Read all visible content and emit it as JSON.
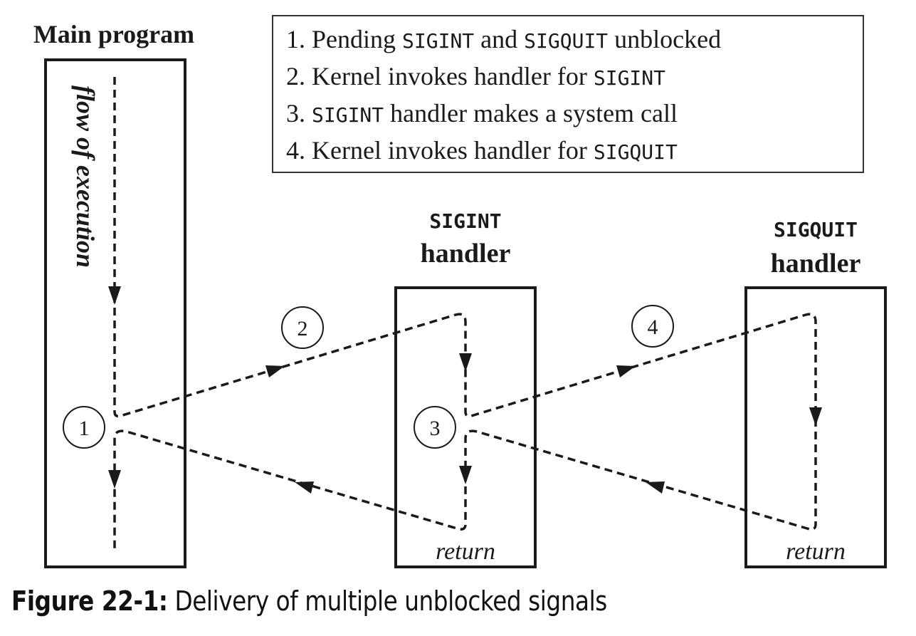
{
  "figure": {
    "main_program": {
      "title": "Main program",
      "flow_label": "flow of execution"
    },
    "legend": {
      "items": [
        {
          "number": "1.",
          "parts": [
            {
              "t": "Pending ",
              "mono": false
            },
            {
              "t": "SIGINT",
              "mono": true
            },
            {
              "t": " and ",
              "mono": false
            },
            {
              "t": "SIGQUIT",
              "mono": true
            },
            {
              "t": " unblocked",
              "mono": false
            }
          ]
        },
        {
          "number": "2.",
          "parts": [
            {
              "t": "Kernel invokes handler for ",
              "mono": false
            },
            {
              "t": "SIGINT",
              "mono": true
            }
          ]
        },
        {
          "number": "3.",
          "parts": [
            {
              "t": "SIGINT",
              "mono": true
            },
            {
              "t": " handler makes a system call",
              "mono": false
            }
          ]
        },
        {
          "number": "4.",
          "parts": [
            {
              "t": "Kernel invokes handler for ",
              "mono": false
            },
            {
              "t": "SIGQUIT",
              "mono": true
            }
          ]
        }
      ]
    },
    "sigint_handler": {
      "signal": "SIGINT",
      "label": "handler",
      "return_label": "return"
    },
    "sigquit_handler": {
      "signal": "SIGQUIT",
      "label": "handler",
      "return_label": "return"
    },
    "step_markers": [
      "1",
      "2",
      "3",
      "4"
    ],
    "caption": {
      "prefix": "Figure 22-1:",
      "text": " Delivery of multiple unblocked signals"
    }
  }
}
